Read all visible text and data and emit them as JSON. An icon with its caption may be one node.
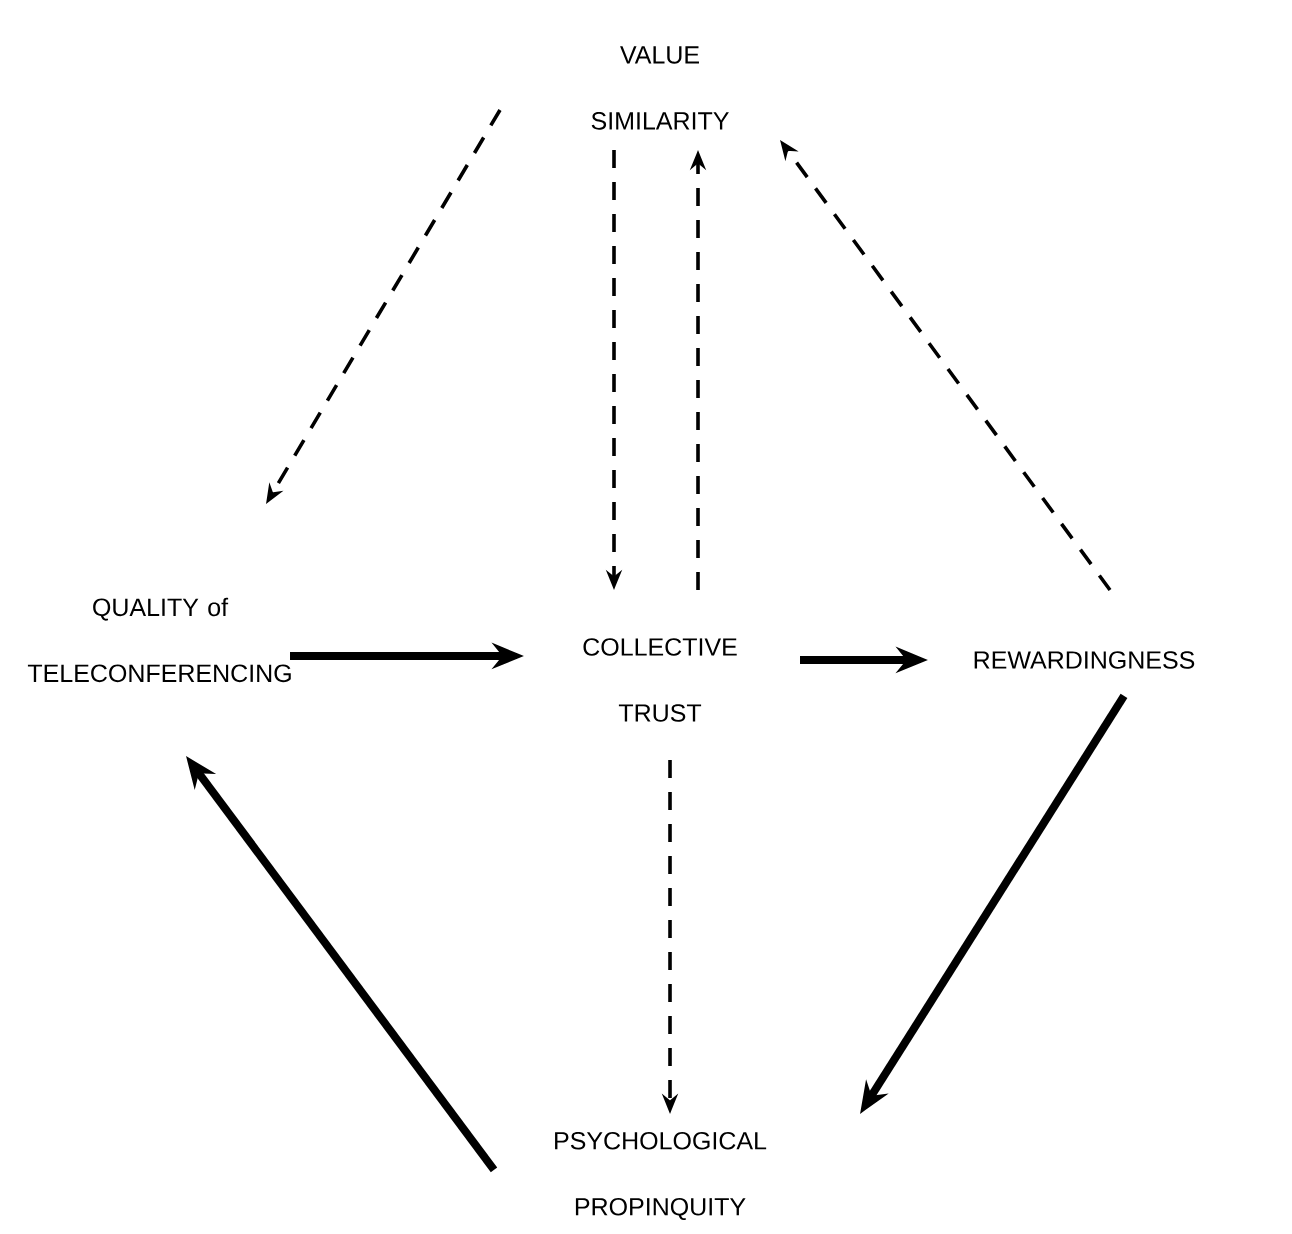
{
  "diagram": {
    "nodes": [
      {
        "text": [
          "VALUE SIMILARITY"
        ]
      },
      {
        "text": [
          "QUALITY of TELECONFERENCING"
        ]
      },
      {
        "text": [
          "COLLECTIVE TRUST"
        ]
      },
      {
        "text": [
          "REWARDINGNESS"
        ]
      },
      {
        "text": [
          "PSYCHOLOGICAL PROPINQUITY"
        ]
      }
    ],
    "edges": [
      {
        "from": 0,
        "to": 1,
        "arrow": "to",
        "style": "dashed"
      },
      {
        "from": 0,
        "to": 2,
        "arrow": "to",
        "style": "dashed"
      },
      {
        "from": 2,
        "to": 0,
        "arrow": "to",
        "style": "dashed"
      },
      {
        "from": 3,
        "to": 0,
        "arrow": "to",
        "style": "dashed"
      },
      {
        "from": 1,
        "to": 2,
        "arrow": "to",
        "style": "thick"
      },
      {
        "from": 2,
        "to": 3,
        "arrow": "to",
        "style": "thick"
      },
      {
        "from": 3,
        "to": 4,
        "arrow": "to",
        "style": "thick"
      },
      {
        "from": 4,
        "to": 1,
        "arrow": "to",
        "style": "thick"
      },
      {
        "from": 2,
        "to": 4,
        "arrow": "to",
        "style": "dashed"
      }
    ]
  }
}
